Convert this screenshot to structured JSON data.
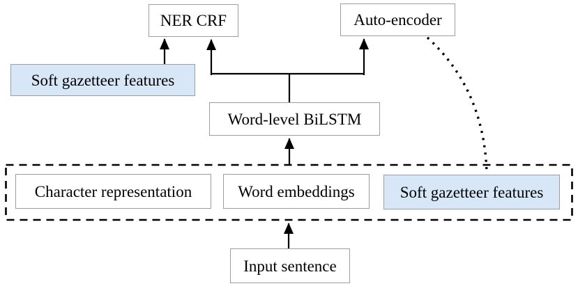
{
  "figure": {
    "type": "architecture-diagram",
    "nodes": {
      "ner_crf": {
        "label": "NER CRF",
        "highlighted": false
      },
      "auto_encoder": {
        "label": "Auto-encoder",
        "highlighted": false
      },
      "soft_gazetteer_top": {
        "label": "Soft gazetteer features",
        "highlighted": true
      },
      "word_bilstm": {
        "label": "Word-level BiLSTM",
        "highlighted": false
      },
      "character_representation": {
        "label": "Character representation",
        "highlighted": false
      },
      "word_embeddings": {
        "label": "Word embeddings",
        "highlighted": false
      },
      "soft_gazetteer_bottom": {
        "label": "Soft gazetteer features",
        "highlighted": true
      },
      "input_sentence": {
        "label": "Input sentence",
        "highlighted": false
      }
    },
    "groups": {
      "input_feature_group": {
        "style": "dashed",
        "members": [
          "character_representation",
          "word_embeddings",
          "soft_gazetteer_bottom"
        ]
      }
    },
    "edges": [
      {
        "from": "soft_gazetteer_top",
        "to": "ner_crf",
        "style": "solid-arrow"
      },
      {
        "from": "word_bilstm",
        "to": "ner_crf",
        "style": "solid-arrow-fork"
      },
      {
        "from": "word_bilstm",
        "to": "auto_encoder",
        "style": "solid-arrow-fork"
      },
      {
        "from": "input_feature_group",
        "to": "word_bilstm",
        "style": "solid-arrow"
      },
      {
        "from": "input_sentence",
        "to": "input_feature_group",
        "style": "solid-arrow"
      },
      {
        "from": "auto_encoder",
        "to": "soft_gazetteer_bottom",
        "style": "dotted-curve"
      }
    ],
    "colors": {
      "highlight_fill": "#d8e7f8",
      "box_border": "#9d9d9d",
      "line": "#000000",
      "background": "#ffffff"
    }
  }
}
